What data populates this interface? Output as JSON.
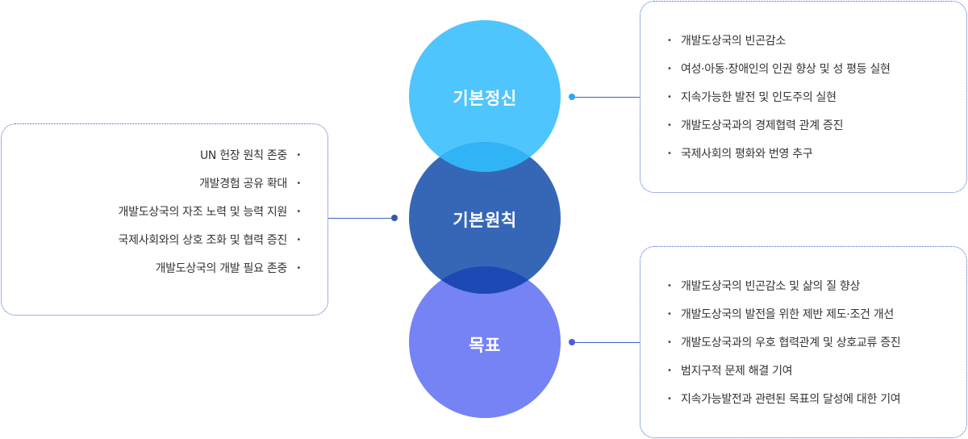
{
  "circles": {
    "spirit": {
      "label": "기본정신",
      "color": "#4fc5fd"
    },
    "principle": {
      "label": "기본원칙",
      "color": "#3667b7"
    },
    "goal": {
      "label": "목표",
      "color": "#7583f5"
    }
  },
  "panels": {
    "spirit": {
      "items": [
        "개발도상국의 빈곤감소",
        "여성·아동·장애인의 인권 향상 및 성 평등 실현",
        "지속가능한 발전 및 인도주의 실현",
        "개발도상국과의 경제협력 관계 증진",
        "국제사회의 평화와 번영 추구"
      ]
    },
    "principle": {
      "items": [
        "UN 헌장 원칙 존중",
        "개발경험 공유 확대",
        "개발도상국의 자조 노력 및 능력 지원",
        "국제사회와의 상호 조화 및 협력 증진",
        "개발도상국의 개발 필요 존중"
      ]
    },
    "goal": {
      "items": [
        "개발도상국의 빈곤감소 및 삶의 질 향상",
        "개발도상국의 발전을 위한 제반 제도·조건 개선",
        "개발도상국과의 우호 협력관계 및 상호교류 증진",
        "범지구적 문제 해결 기여",
        "지속가능발전과 관련된 목표의 달성에 대한 기여"
      ]
    }
  }
}
